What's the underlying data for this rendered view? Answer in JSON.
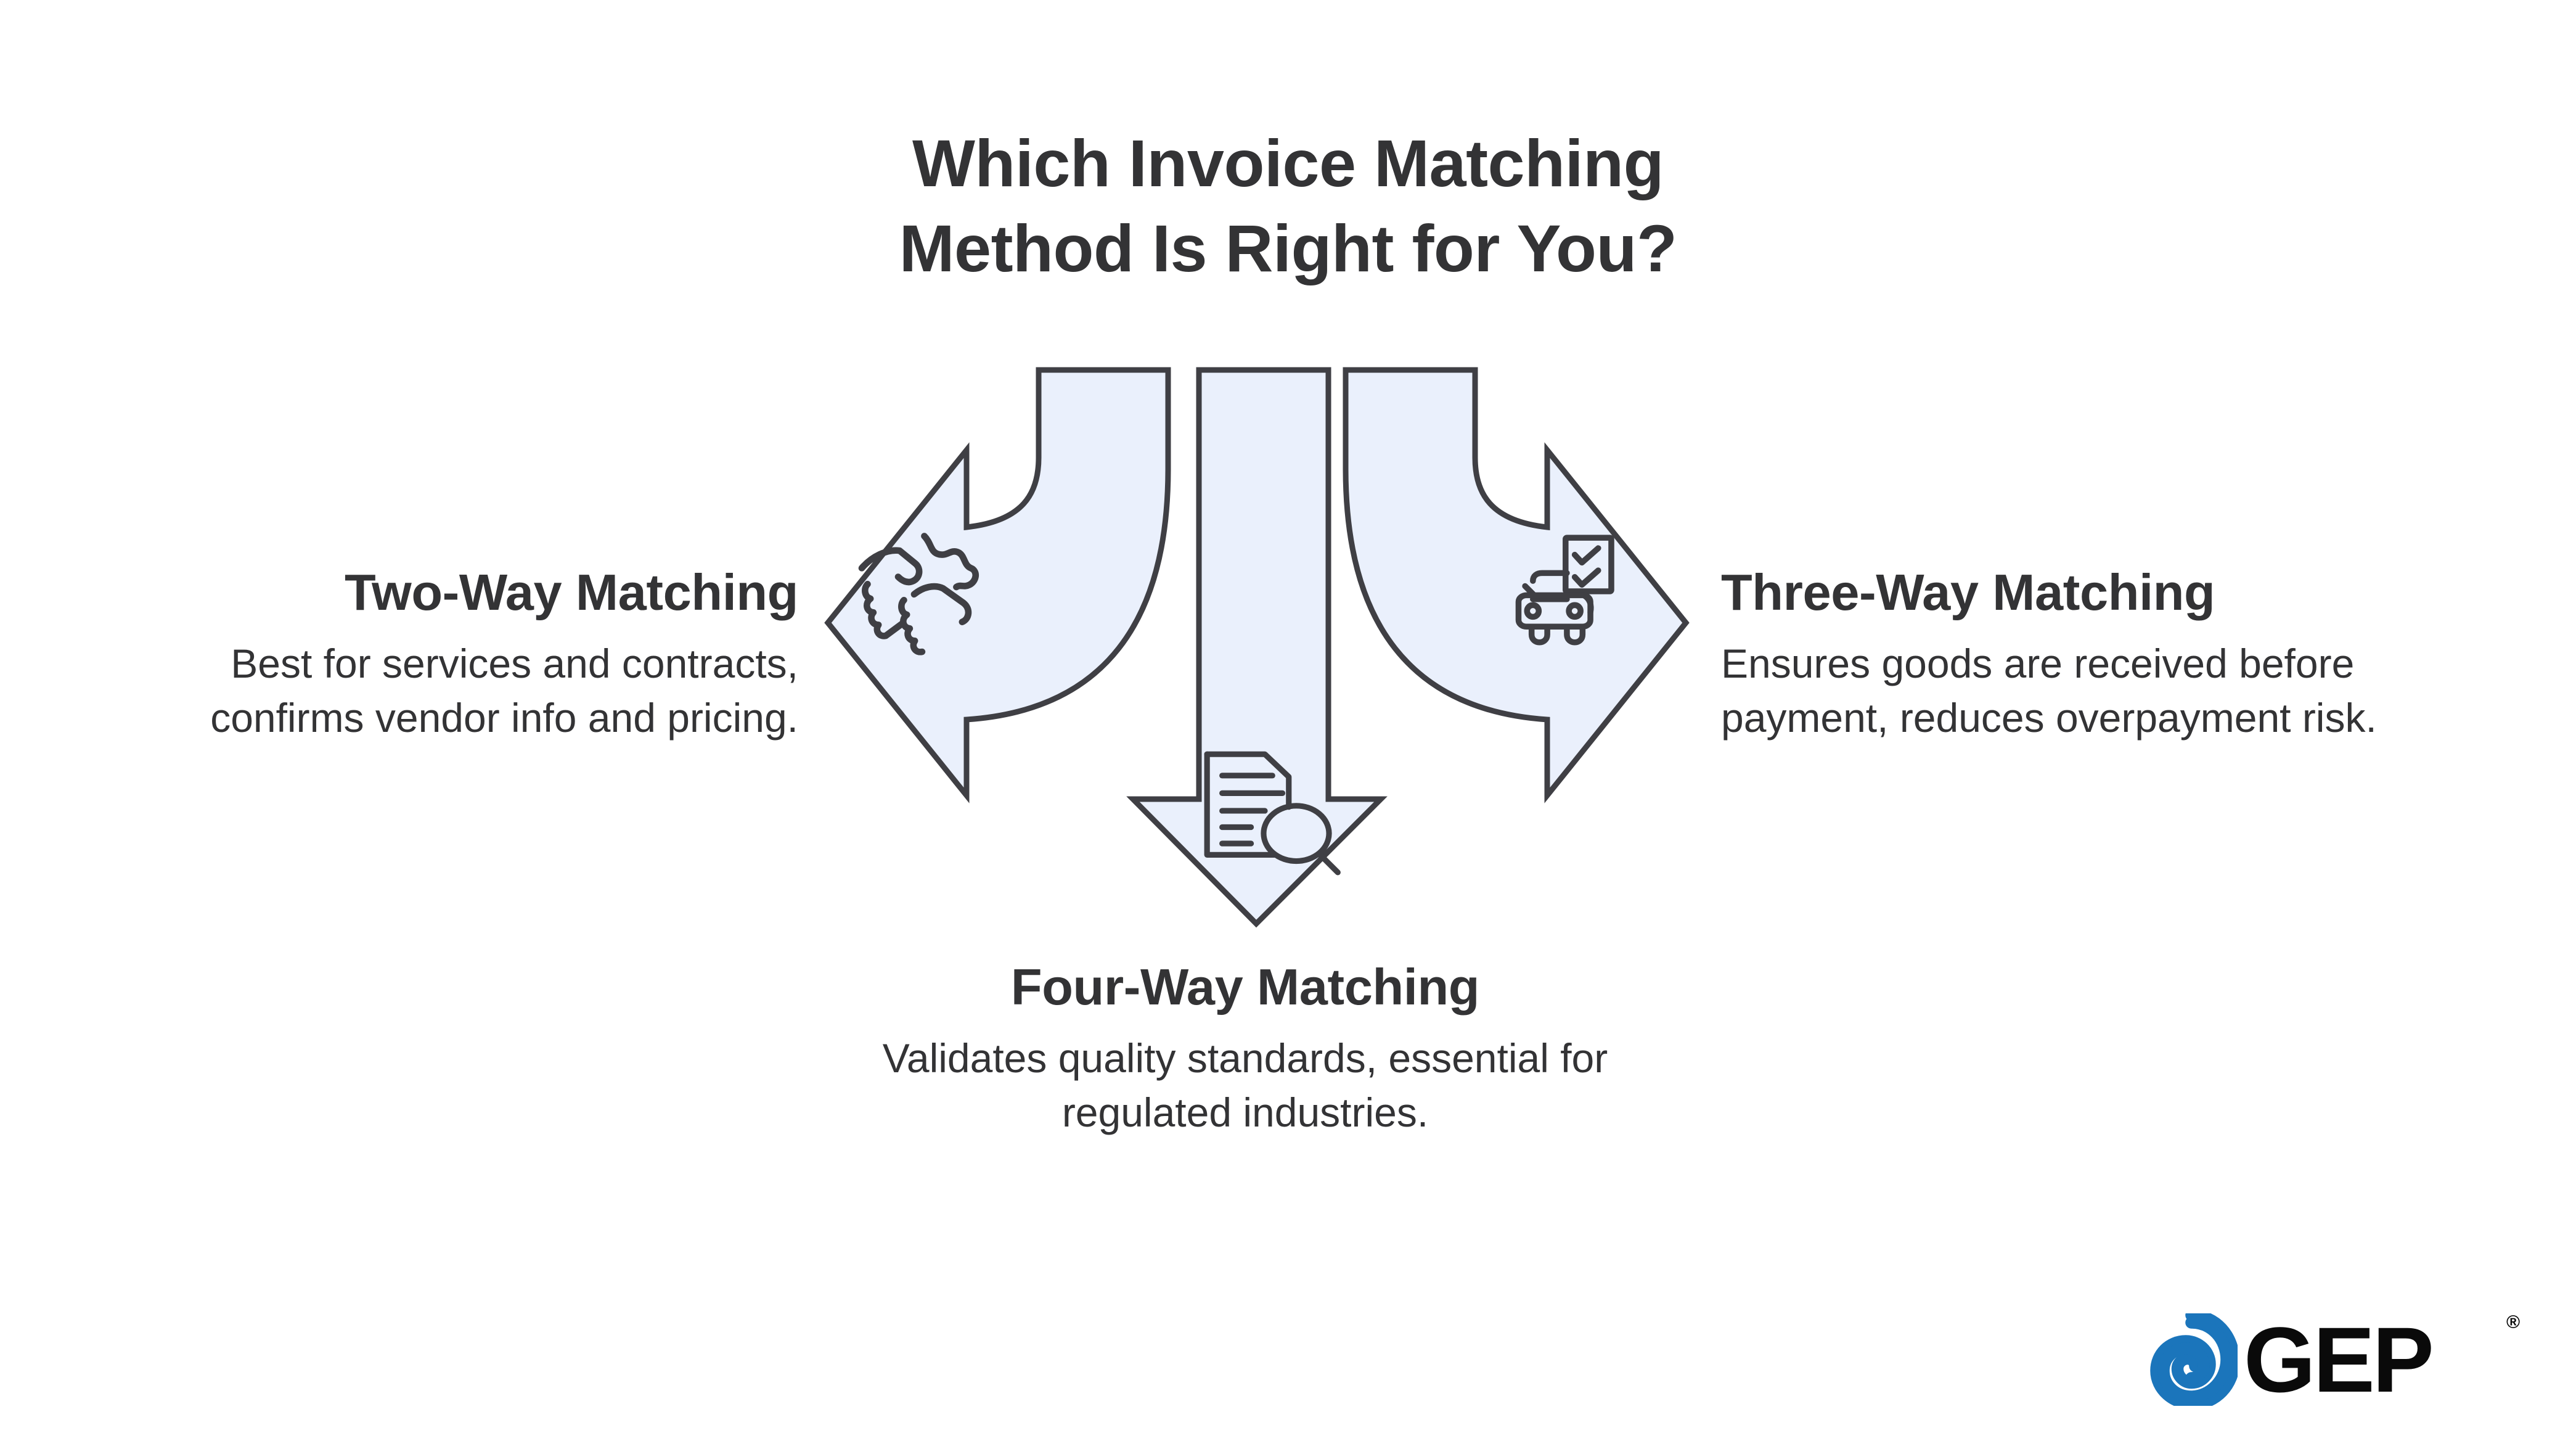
{
  "page": {
    "background_color": "#ffffff",
    "text_color": "#333335",
    "arrow_fill": "#eaf0fc",
    "arrow_stroke": "#3f3f44",
    "brand_blue": "#1b75bb"
  },
  "title": {
    "line1": "Which Invoice Matching",
    "line2": "Method Is Right for You?"
  },
  "branches": {
    "two_way": {
      "heading": "Two-Way Matching",
      "body": "Best for services and contracts, confirms vendor info and pricing.",
      "icon": "handshake-icon",
      "direction": "left"
    },
    "four_way": {
      "heading": "Four-Way Matching",
      "body": "Validates quality standards, essential for regulated industries.",
      "icon": "document-search-icon",
      "direction": "down"
    },
    "three_way": {
      "heading": "Three-Way Matching",
      "body": "Ensures goods are received before payment, reduces overpayment risk.",
      "icon": "delivery-truck-checklist-icon",
      "direction": "right"
    }
  },
  "logo": {
    "wordmark": "GEP",
    "registered_mark": "®",
    "mark_icon": "gep-spiral-icon"
  }
}
